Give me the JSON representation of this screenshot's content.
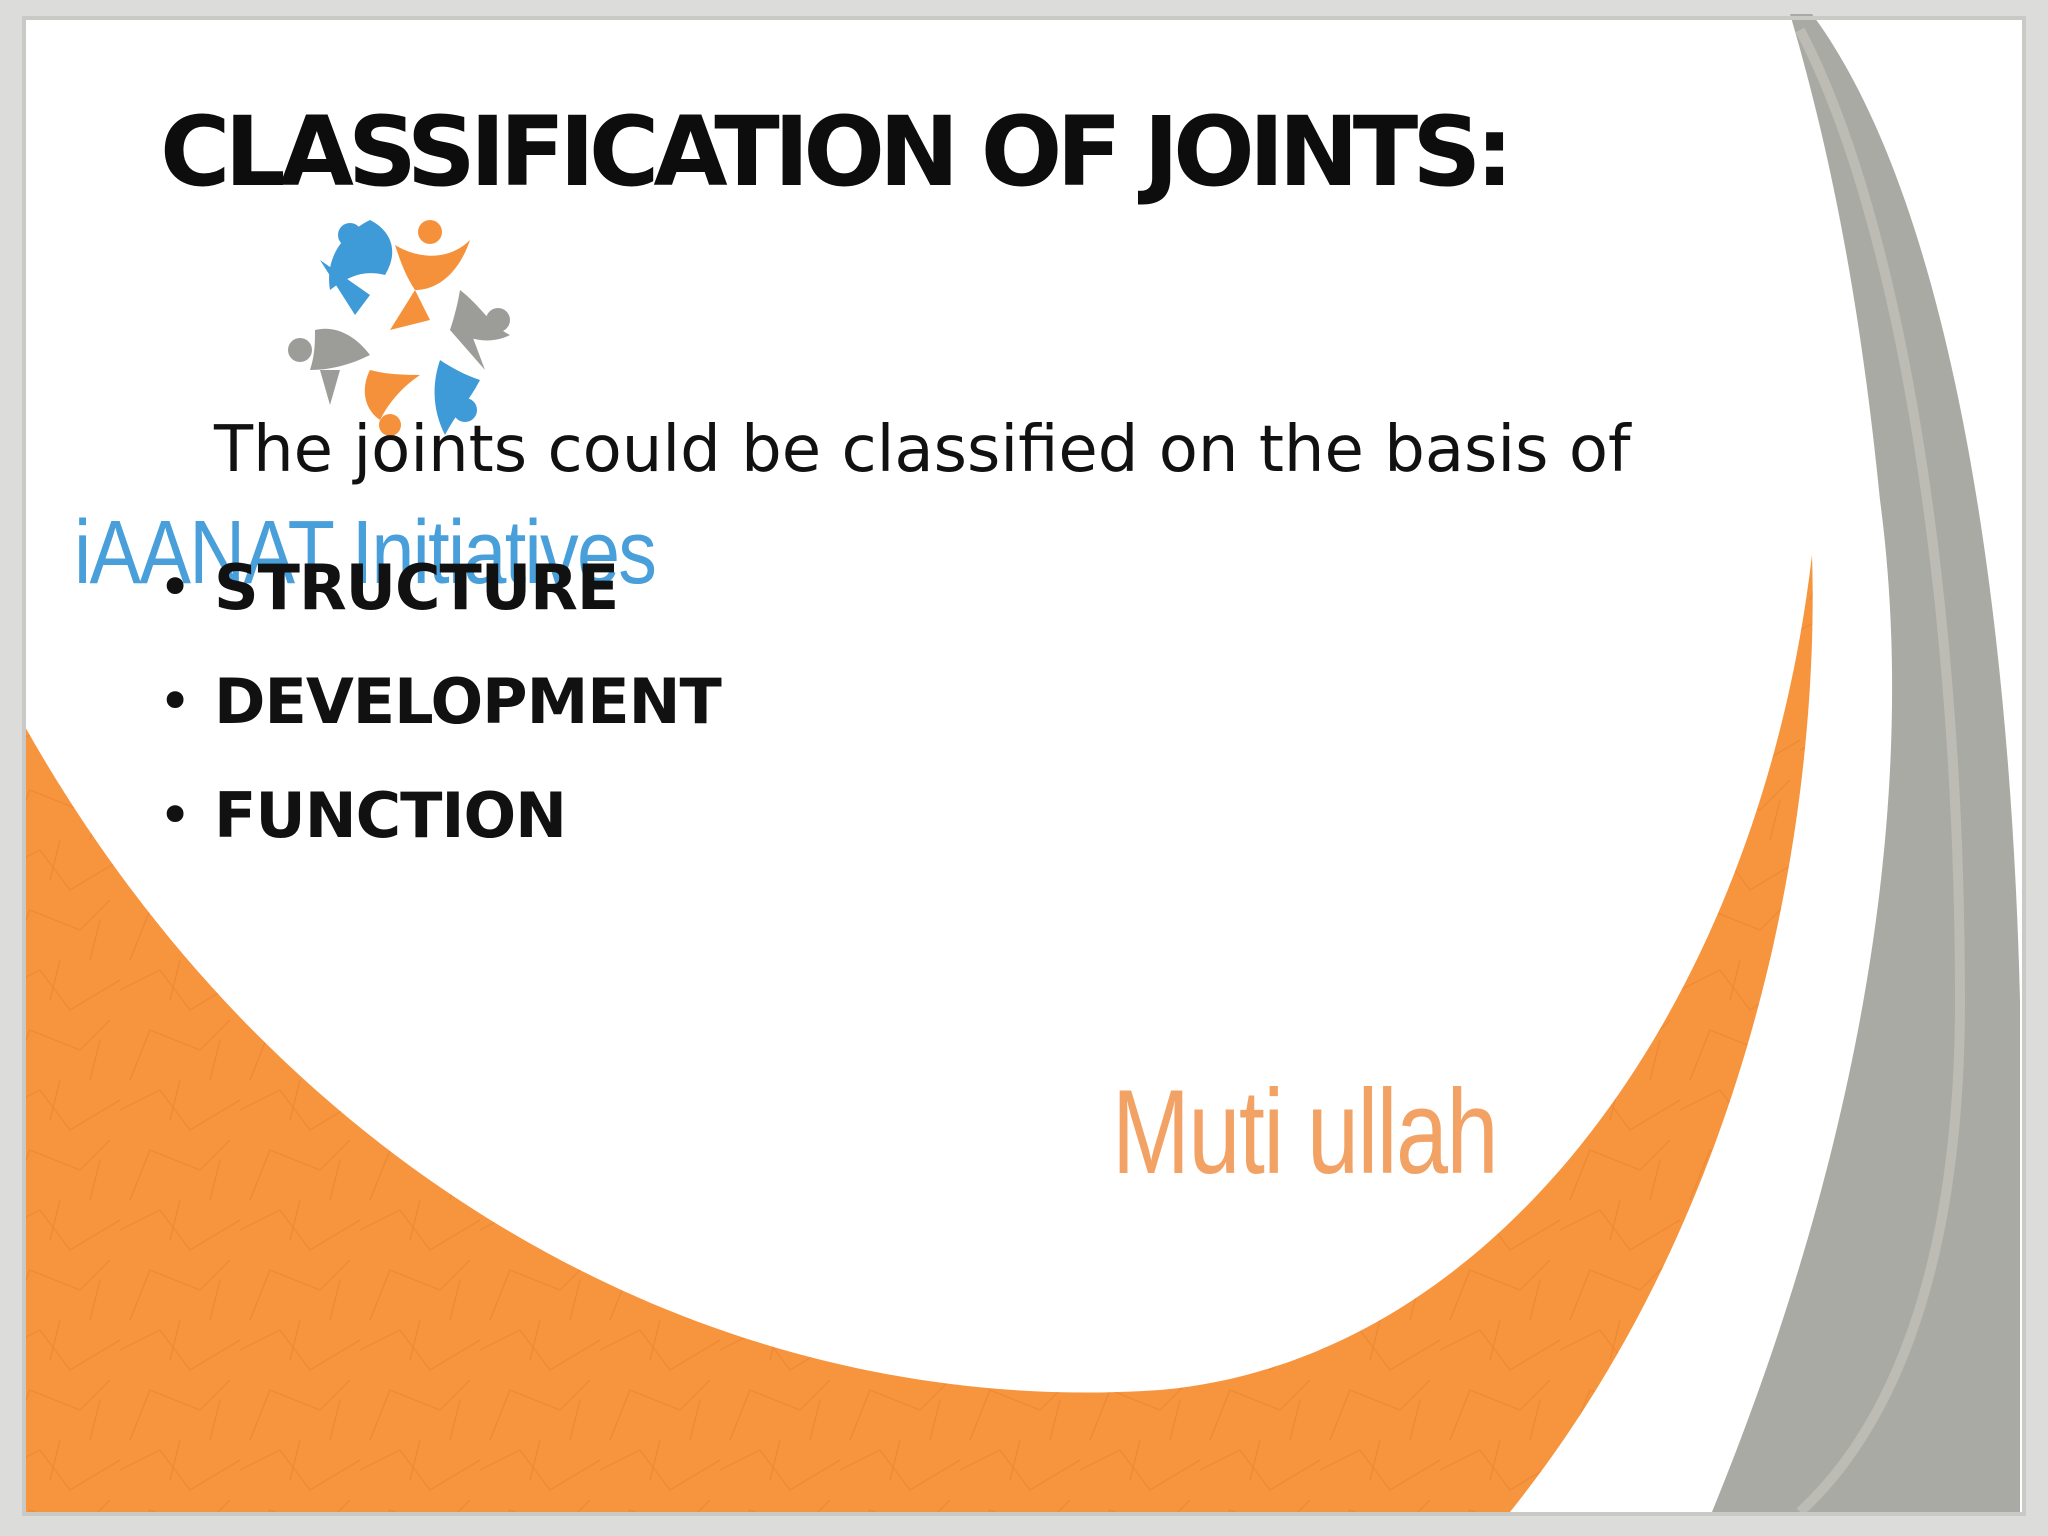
{
  "slide": {
    "title": "CLASSIFICATION OF JOINTS:",
    "intro": "The joints could be classified on the basis of",
    "bullets": [
      {
        "label": "STRUCTURE"
      },
      {
        "label": "DEVELOPMENT"
      },
      {
        "label": "FUNCTION"
      }
    ]
  },
  "logo": {
    "text": "iAANAT Initiatives",
    "icon": "people-circle-logo-icon",
    "colors": {
      "blue": "#3f9ad8",
      "orange": "#f5913a",
      "gray": "#9c9c98"
    }
  },
  "watermark": {
    "text": "Muti ullah",
    "color": "#f2a264"
  },
  "theme": {
    "accent_orange": "#f7943e",
    "accent_gray": "#aaaaa4",
    "background": "#ffffff",
    "frame": "#dcdcda"
  }
}
